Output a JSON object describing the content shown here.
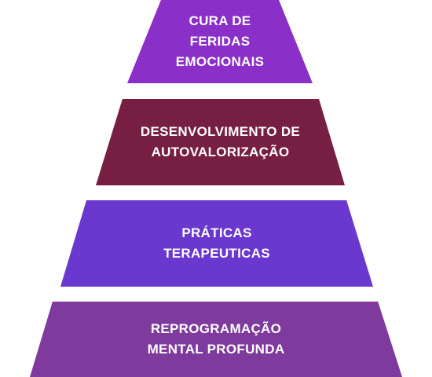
{
  "pyramid": {
    "tiers": [
      {
        "lines": [
          "CURA DE",
          "FERIDAS",
          "EMOCIONAIS"
        ],
        "color": "#8a2fc7"
      },
      {
        "lines": [
          "DESENVOLVIMENTO DE",
          "AUTOVALORIZAÇÃO"
        ],
        "color": "#761f42"
      },
      {
        "lines": [
          "PRÁTICAS",
          "TERAPEUTICAS"
        ],
        "color": "#6a37cf"
      },
      {
        "lines": [
          "REPROGRAMAÇÃO",
          "MENTAL PROFUNDA"
        ],
        "color": "#7e3a9d"
      }
    ]
  }
}
